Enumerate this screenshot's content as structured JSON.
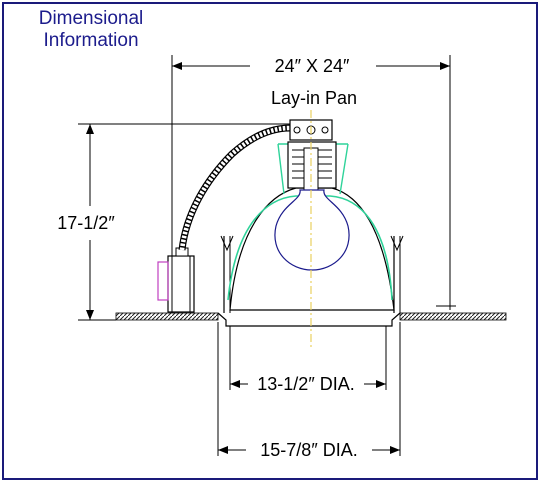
{
  "title": {
    "line1": "Dimensional",
    "line2": "Information"
  },
  "dimensions": {
    "pan_size": "24″ X 24″",
    "pan_label": "Lay-in Pan",
    "height": "17-1/2″",
    "aperture_dia": "13-1/2″ DIA.",
    "trim_dia": "15-7/8″ DIA."
  },
  "colors": {
    "frame": "#1a1a7a",
    "title": "#1c1c8c",
    "reflector": "#2fd39a",
    "lamp": "#1a1a8c",
    "junction_box": "#c040c0",
    "centerline": "#e8d060"
  }
}
